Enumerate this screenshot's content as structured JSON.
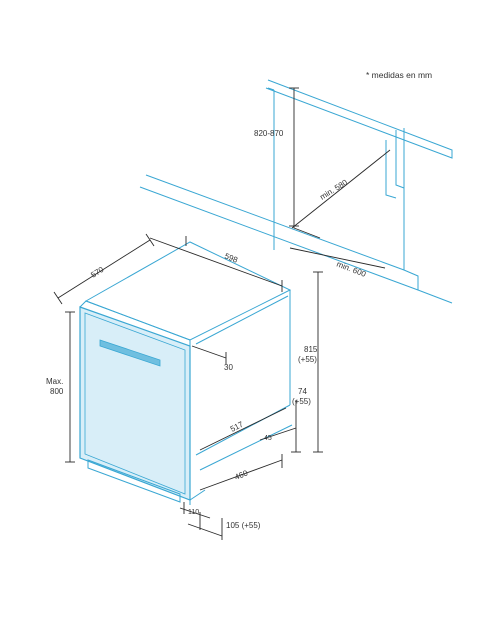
{
  "note": "* medidas en mm",
  "dimensions": {
    "niche_height": "820-870",
    "min_depth_580": "min. 580",
    "min_width_600": "min. 600",
    "depth_570": "570",
    "width_598": "598",
    "gap_30": "30",
    "height_815": "815",
    "height_815_adj": "(+55)",
    "max_label": "Max.",
    "max_value": "800",
    "plinth_74": "74",
    "plinth_74_adj": "(+55)",
    "depth_517": "517",
    "gap_45": "45",
    "depth_460": "460",
    "gap_110": "110",
    "foot_105": "105 (+55)"
  },
  "colors": {
    "cyan": "#3aa7d3",
    "dark": "#2a2a2a",
    "panel": "#d8eef8",
    "handle": "#6fbfe0"
  }
}
